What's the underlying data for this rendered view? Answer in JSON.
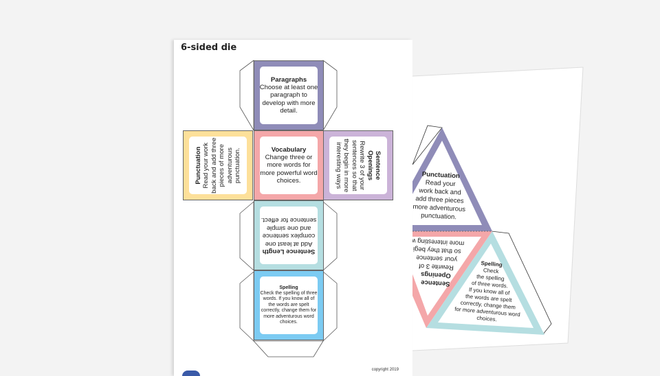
{
  "page1": {
    "title": "6-sided die",
    "faces": {
      "paragraphs": {
        "title": "Paragraphs",
        "text": "Choose at least one paragraph to develop with more detail.",
        "color": "#8f8cb8"
      },
      "punctuation": {
        "title": "Punctuation",
        "text": "Read your work back and add three pieces of more adventurous punctuation.",
        "color": "#fde09a"
      },
      "vocabulary": {
        "title": "Vocabulary",
        "text": "Change three or more words for more powerful word choices.",
        "color": "#f4a7a9"
      },
      "openings": {
        "title": "Sentence Openings",
        "text": "Rewrite 3 of your sentences so that they begin in more interesting ways",
        "color": "#cbb3d8"
      },
      "length": {
        "title": "Sentence Length",
        "text": "Add at least one complex sentence and one simple sentence for effect.",
        "color": "#b5dee1"
      },
      "spelling": {
        "title": "Spelling",
        "text": "Check the spelling of three words. If you know all of the words are spelt correctly, change them for more adventurous word choices.",
        "color": "#7ccbf2"
      }
    },
    "copyright": "copyright 2019"
  },
  "page2": {
    "punctuation": {
      "title": "Punctuation",
      "lines": [
        "Read your",
        "work back and",
        "add three pieces",
        "more adventurous",
        "punctuation."
      ]
    },
    "openings": {
      "title1": "Sentence",
      "title2": "Openings",
      "lines": [
        "Rewrite 3 of",
        "your sentence",
        "so that they begi",
        "more interesting w"
      ]
    },
    "spelling": {
      "title": "Spelling",
      "lines": [
        "Check",
        "the spelling",
        "of three words.",
        "If you know all of",
        "the words are spelt",
        "correctly, change them",
        "for more adventurous word",
        "choices."
      ]
    }
  }
}
